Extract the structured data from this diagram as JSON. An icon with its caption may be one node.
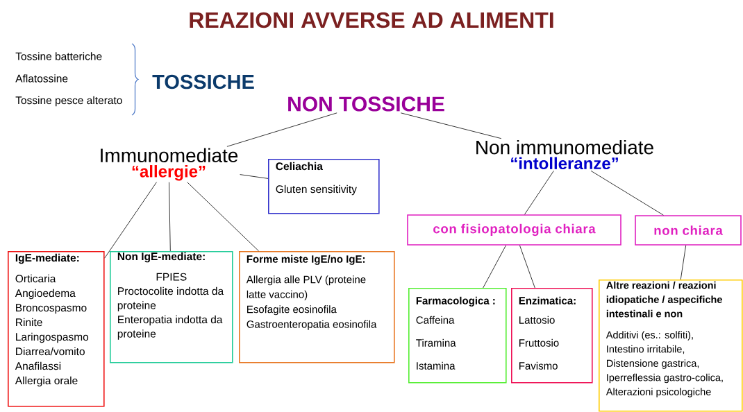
{
  "diagram": {
    "title": "REAZIONI AVVERSE AD ALIMENTI",
    "nodes": [
      {
        "text": [
          "TOSSICHE"
        ]
      },
      {
        "text": [
          "NON TOSSICHE"
        ]
      },
      {
        "text": [
          "Immunomediate",
          "“allergie”"
        ]
      },
      {
        "text": [
          "Celiachia",
          "Gluten sensitivity"
        ]
      },
      {
        "text": [
          "IgE-mediate:",
          "Orticaria",
          "Angioedema",
          "Broncospasmo",
          "Rinite",
          "Laringospasmo",
          "Diarrea/vomito",
          "Anafilassi",
          "Allergia orale"
        ]
      },
      {
        "text": [
          "Non IgE-mediate:",
          "FPIES",
          "Proctocolite indotta da proteine",
          "Enteropatia indotta da proteine"
        ]
      },
      {
        "text": [
          "Forme miste IgE/no IgE:",
          "Allergia alle PLV (proteine latte vaccino)",
          "Esofagite eosinofila",
          "Gastroenteropatia eosinofila"
        ]
      },
      {
        "text": [
          "Non immunomediate",
          "“intolleranze”"
        ]
      },
      {
        "text": [
          "con fisiopatologia chiara"
        ]
      },
      {
        "text": [
          "non chiara"
        ]
      },
      {
        "text": [
          "Farmacologica :",
          "Caffeina",
          "Tiramina",
          "Istamina"
        ]
      },
      {
        "text": [
          "Enzimatica:",
          "Lattosio",
          "Fruttosio",
          "Favismo"
        ]
      },
      {
        "text": [
          "Altre reazioni / reazioni idiopatiche / aspecifiche intestinali e non",
          "Additivi (es.: solfiti),",
          "Intestino irritabile,",
          "Distensione gastrica,",
          "Iperreflessia gastro-colica,",
          "Alterazioni psicologiche"
        ]
      }
    ],
    "edges": [
      {
        "from": 1,
        "to": 2,
        "arrow": "none"
      },
      {
        "from": 1,
        "to": 7,
        "arrow": "none"
      },
      {
        "from": 2,
        "to": 3,
        "arrow": "none"
      },
      {
        "from": 2,
        "to": 4,
        "arrow": "none"
      },
      {
        "from": 2,
        "to": 5,
        "arrow": "none"
      },
      {
        "from": 2,
        "to": 6,
        "arrow": "none"
      },
      {
        "from": 7,
        "to": 8,
        "arrow": "none"
      },
      {
        "from": 7,
        "to": 9,
        "arrow": "none"
      },
      {
        "from": 8,
        "to": 10,
        "arrow": "none"
      },
      {
        "from": 8,
        "to": 11,
        "arrow": "none"
      },
      {
        "from": 9,
        "to": 12,
        "arrow": "none"
      }
    ],
    "labels": [
      "Tossine batteriche",
      "Aflatossine",
      "Tossine pesce alterato"
    ]
  }
}
